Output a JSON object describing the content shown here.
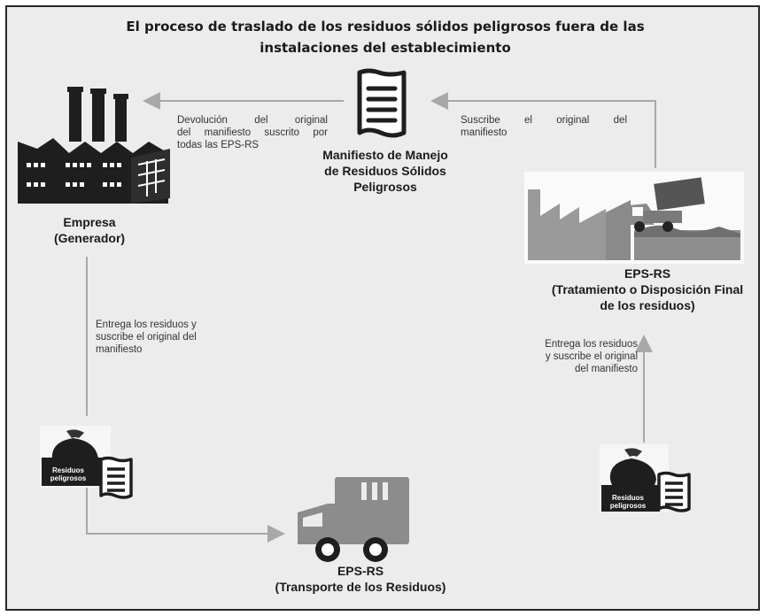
{
  "title_line1": "El proceso de traslado de los residuos sólidos peligrosos fuera de las",
  "title_line2": "instalaciones del establecimiento",
  "manifest": {
    "line1": "Manifiesto de Manejo",
    "line2": "de Residuos Sólidos",
    "line3": "Peligrosos"
  },
  "company": {
    "line1": "Empresa",
    "line2": "(Generador)"
  },
  "eps_final": {
    "line1": "EPS-RS",
    "line2": "(Tratamiento o Disposición Final",
    "line3": "de los residuos)"
  },
  "eps_transport": {
    "line1": "EPS-RS",
    "line2": "(Transporte de los Residuos)"
  },
  "notes": {
    "devolucion_1": "Devolución del original",
    "devolucion_2": "del manifiesto suscrito por",
    "devolucion_3": "todas las EPS-RS",
    "suscribe_1": "Suscribe el original del",
    "suscribe_2": "manifiesto",
    "entrega_left_1": "Entrega los residuos y",
    "entrega_left_2": "suscribe el original del",
    "entrega_left_3": "manifiesto",
    "entrega_right_1": "Entrega los residuos",
    "entrega_right_2": "y suscribe el original",
    "entrega_right_3": "del manifiesto"
  },
  "bag_label_1": "Residuos",
  "bag_label_2": "peligrosos",
  "colors": {
    "background": "#ececec",
    "arrow": "#a8a8a8",
    "truck": "#8c8c8c",
    "dark": "#1e1e1e"
  }
}
